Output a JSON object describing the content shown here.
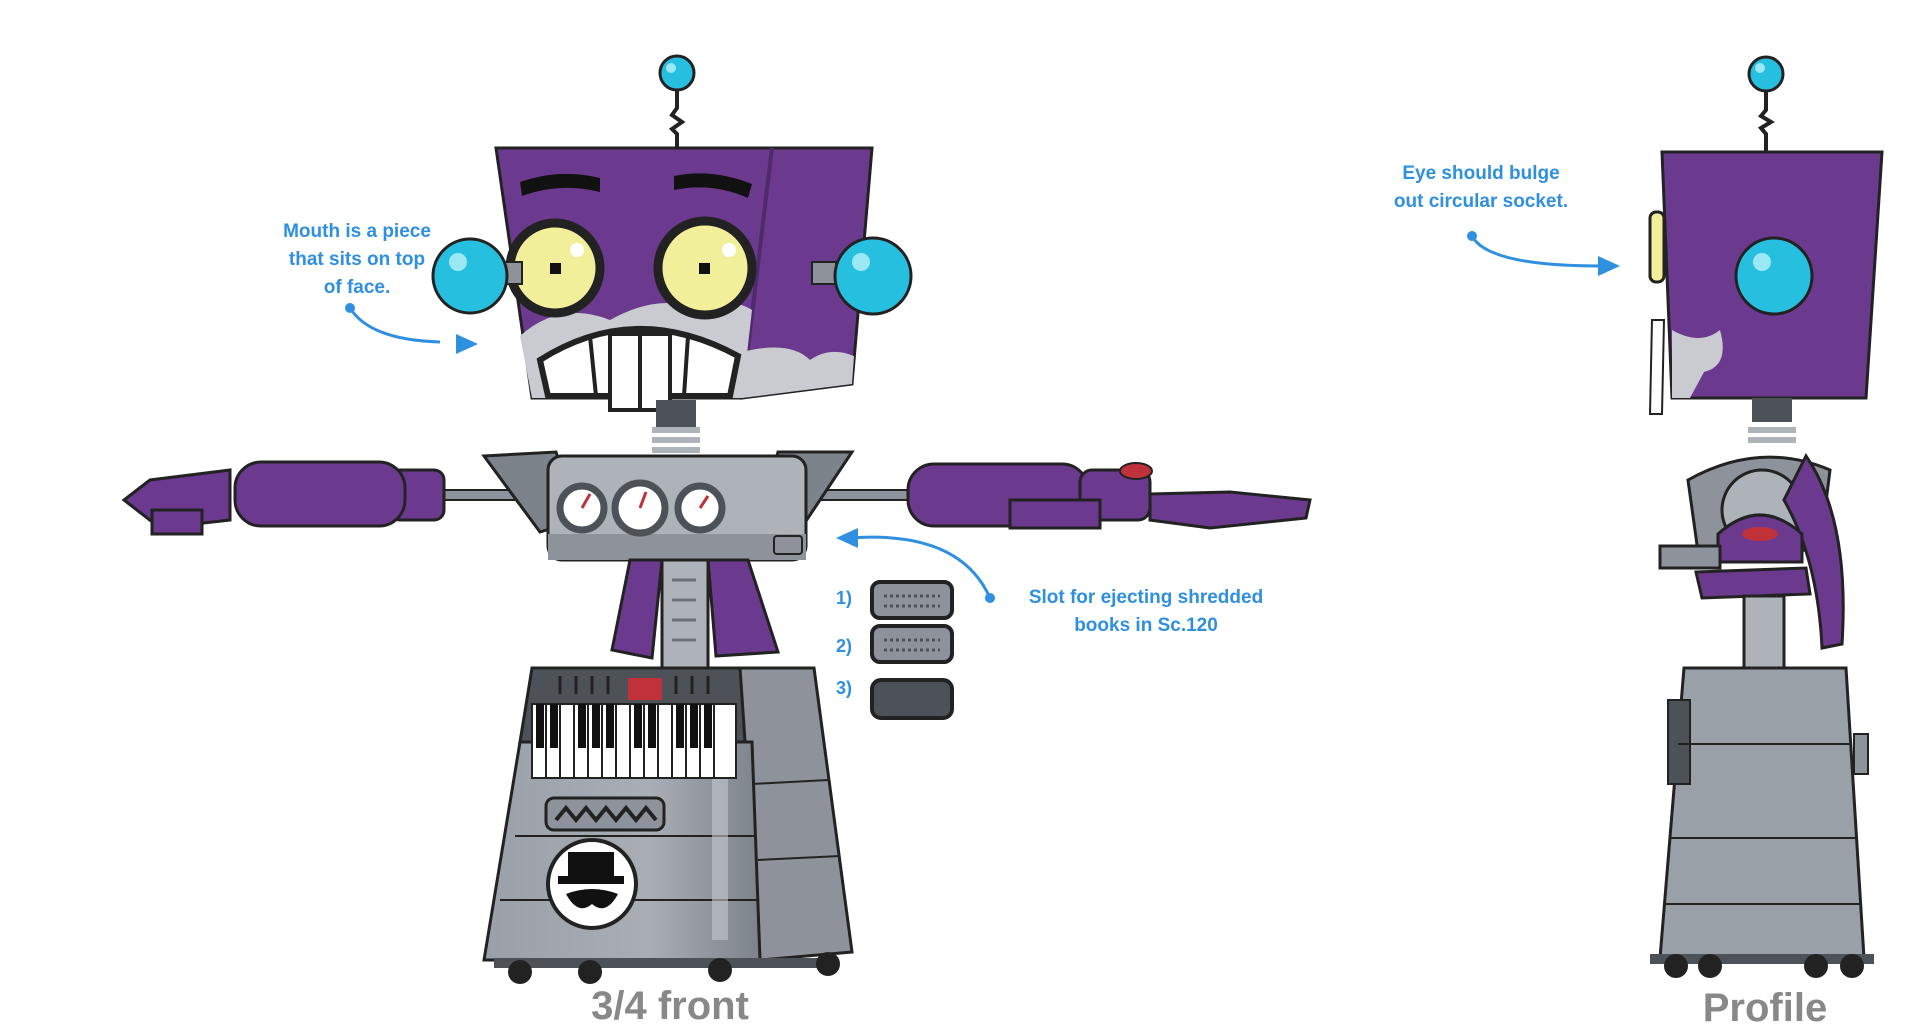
{
  "annotations": {
    "mouth_note_line1": "Mouth is a piece",
    "mouth_note_line2": "that sits on top",
    "mouth_note_line3": "of face.",
    "slot_note_line1": "Slot for ejecting shredded",
    "slot_note_line2": "books  in Sc.120",
    "eye_note_line1": "Eye should bulge",
    "eye_note_line2": "out circular socket."
  },
  "slot_steps": [
    "1)",
    "2)",
    "3)"
  ],
  "captions": {
    "front_view": "3/4 front",
    "profile_view": "Profile"
  },
  "colors": {
    "body_purple": "#6b3a8e",
    "purple_dark": "#4e2a6b",
    "metal_gray": "#8e939b",
    "metal_light": "#aeb3ba",
    "metal_dark": "#4d5258",
    "eye_yellow": "#f2ef9a",
    "cyan_bulb": "#27bfe0",
    "annotation_blue": "#2f8fe0",
    "caption_gray": "#888888"
  }
}
